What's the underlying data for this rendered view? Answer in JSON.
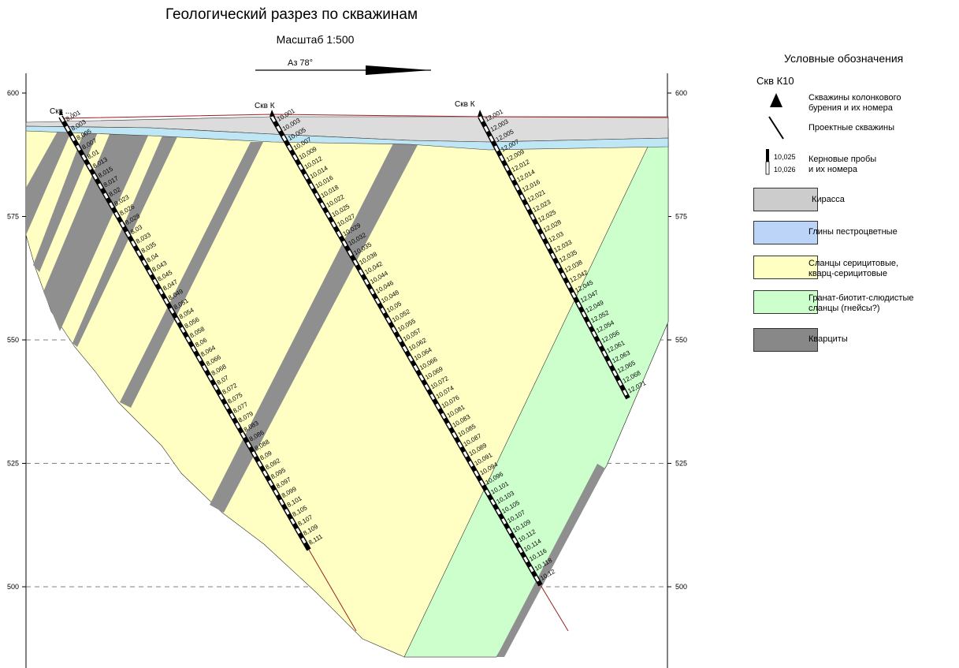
{
  "title": "Геологический разрез по скважинам",
  "scale": "Масштаб 1:500",
  "azimuth": "Аз 78°",
  "axis": {
    "ticks": [
      600,
      575,
      550,
      525,
      500
    ],
    "range": [
      482,
      606
    ]
  },
  "wells": [
    {
      "label": "Скв ...",
      "samples": [
        "8,001",
        "8,003",
        "8,005",
        "8,007",
        "8,01",
        "8,013",
        "8,015",
        "8,017",
        "8,02",
        "8,023",
        "8,026",
        "8,028",
        "8,03",
        "8,033",
        "8,035",
        "8,04",
        "8,043",
        "8,045",
        "8,047",
        "8,049",
        "8,051",
        "8,054",
        "8,056",
        "8,058",
        "8,06",
        "8,064",
        "8,066",
        "8,068",
        "8,07",
        "8,072",
        "8,075",
        "8,077",
        "8,079",
        "8,083",
        "8,086",
        "8,088",
        "8,09",
        "8,092",
        "8,095",
        "8,097",
        "8,099",
        "8,101",
        "8,105",
        "8,107",
        "8,109",
        "8,111"
      ]
    },
    {
      "label": "Скв К",
      "samples": [
        "10,001",
        "10,003",
        "10,005",
        "10,007",
        "10,009",
        "10,012",
        "10,014",
        "10,016",
        "10,018",
        "10,022",
        "10,025",
        "10,027",
        "10,029",
        "10,032",
        "10,035",
        "10,038",
        "10,042",
        "10,044",
        "10,046",
        "10,048",
        "10,05",
        "10,052",
        "10,055",
        "10,057",
        "10,062",
        "10,064",
        "10,066",
        "10,069",
        "10,072",
        "10,074",
        "10,076",
        "10,081",
        "10,083",
        "10,085",
        "10,087",
        "10,089",
        "10,091",
        "10,094",
        "10,096",
        "10,101",
        "10,103",
        "10,105",
        "10,107",
        "10,109",
        "10,112",
        "10,114",
        "10,116",
        "10,118",
        "10,12"
      ]
    },
    {
      "label": "Скв К",
      "samples": [
        "12,001",
        "12,003",
        "12,005",
        "12,007",
        "12,009",
        "12,012",
        "12,014",
        "12,016",
        "12,021",
        "12,023",
        "12,025",
        "12,028",
        "12,03",
        "12,033",
        "12,035",
        "12,038",
        "12,042",
        "12,045",
        "12,047",
        "12,049",
        "12,052",
        "12,054",
        "12,056",
        "12,061",
        "12,063",
        "12,065",
        "12,068",
        "12,071"
      ]
    }
  ],
  "legend": {
    "title": "Условные обозначения",
    "well_example": "Скв К10",
    "items": [
      {
        "key": "core-wells",
        "text": "Скважины колонкового\n бурения и их номера"
      },
      {
        "key": "design-wells",
        "text": "Проектные скважины"
      },
      {
        "key": "core-samples",
        "text": "Керновые пробы\n и их номера",
        "sample_top": "10,025",
        "sample_bottom": "10,026"
      },
      {
        "key": "kirassa",
        "text": "Кирасса",
        "color": "#cccccc"
      },
      {
        "key": "clays",
        "text": "Глины пестроцветные",
        "color": "#bcd4f8"
      },
      {
        "key": "schists",
        "text": "Сланцы серицитовые,\n кварц-серицитовые",
        "color": "#ffffc2"
      },
      {
        "key": "gneiss",
        "text": "Гранат-биотит-слюдистые\n сланцы (гнейсы?)",
        "color": "#ccffcc"
      },
      {
        "key": "quartzite",
        "text": "Кварциты",
        "color": "#888888"
      }
    ]
  },
  "colors": {
    "kirassa": "#dcdcdc",
    "clay": "#bfe6f4",
    "schist": "#ffffc4",
    "gneiss": "#ccffcc",
    "quartzite": "#8f8f8f"
  }
}
